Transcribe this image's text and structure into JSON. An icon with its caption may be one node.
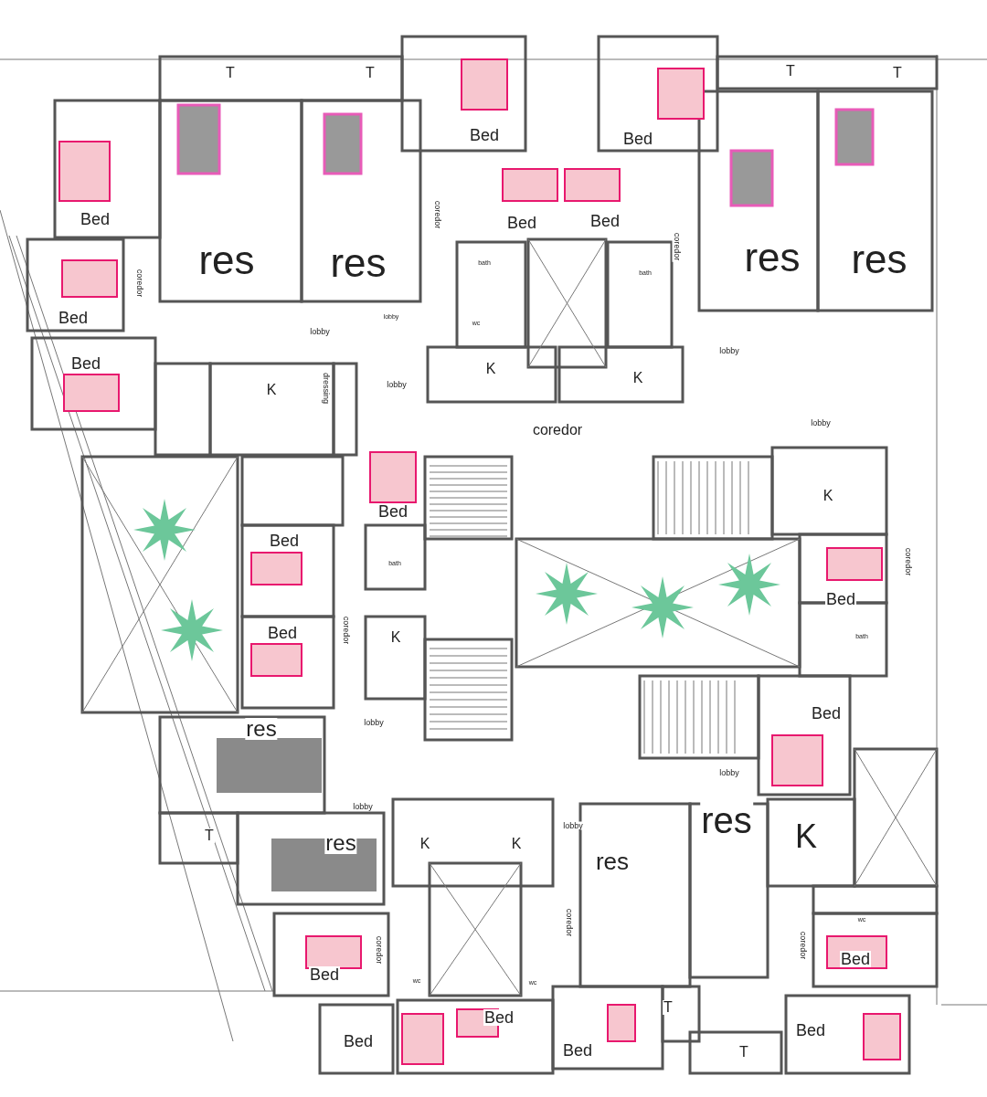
{
  "diagram": {
    "labels": [
      "T",
      "T",
      "T",
      "T",
      "Bed",
      "Bed",
      "Bed",
      "Bed",
      "Bed",
      "res",
      "res",
      "res",
      "res",
      "coredor",
      "coredor",
      "coredor",
      "bath",
      "bath",
      "Bed",
      "wc",
      "lobby",
      "lobby",
      "lobby",
      "Bed",
      "K",
      "K",
      "lobby",
      "K",
      "dressing",
      "coredor",
      "lobby",
      "K",
      "Bed",
      "Bed",
      "coredor",
      "bath",
      "Bed",
      "bath",
      "Bed",
      "coredor",
      "K",
      "lobby",
      "Bed",
      "res",
      "lobby",
      "lobby",
      "res",
      "lobby",
      "K",
      "res",
      "K",
      "K",
      "T",
      "res",
      "coredor",
      "wc",
      "coredor",
      "wc",
      "coredor",
      "wc",
      "Bed",
      "Bed",
      "Bed",
      "T",
      "Bed",
      "Bed",
      "Bed",
      "T"
    ]
  }
}
